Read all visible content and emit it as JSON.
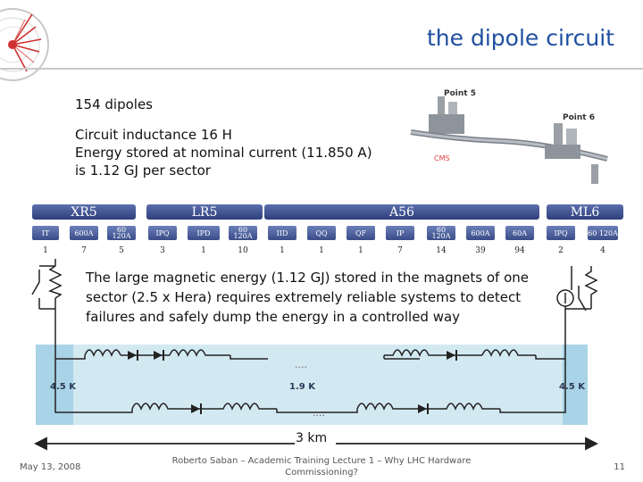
{
  "slide": {
    "title": "the dipole circuit",
    "lines": [
      "154 dipoles",
      "Circuit inductance 16 H",
      "Energy stored at nominal current (11.850 A)",
      "is 1.12 GJ per sector"
    ],
    "map_labels": {
      "point5": "Point 5",
      "point6": "Point 6",
      "cms": "CMS"
    },
    "sections": [
      "XR5",
      "LR5",
      "A56",
      "ML6"
    ],
    "cells": [
      "IT",
      "600A",
      "60 120A",
      "IPQ",
      "IPD",
      "60 120A",
      "IID",
      "QQ",
      "QF",
      "IP",
      "60 120A",
      "600A",
      "60A",
      "IPQ",
      "60 120A"
    ],
    "counts": [
      "1",
      "7",
      "5",
      "3",
      "1",
      "10",
      "1",
      "1",
      "1",
      "7",
      "14",
      "39",
      "94",
      "2",
      "4"
    ],
    "paragraph": "The large magnetic energy (1.12 GJ) stored in the magnets of one sector (2.5 x Hera) requires extremely reliable systems to detect failures and safely dump the energy in a controlled way",
    "circuit": {
      "left_temp": "4.5 K",
      "center_temp": "1.9 K",
      "right_temp": "4.5 K",
      "dots_top": "....",
      "dots_bottom": "....",
      "length": "3 km"
    },
    "footer": {
      "date": "May 13, 2008",
      "author_line1": "Roberto Saban – Academic Training Lecture 1 – Why LHC Hardware",
      "author_line2": "Commissioning?",
      "page": "11"
    }
  }
}
